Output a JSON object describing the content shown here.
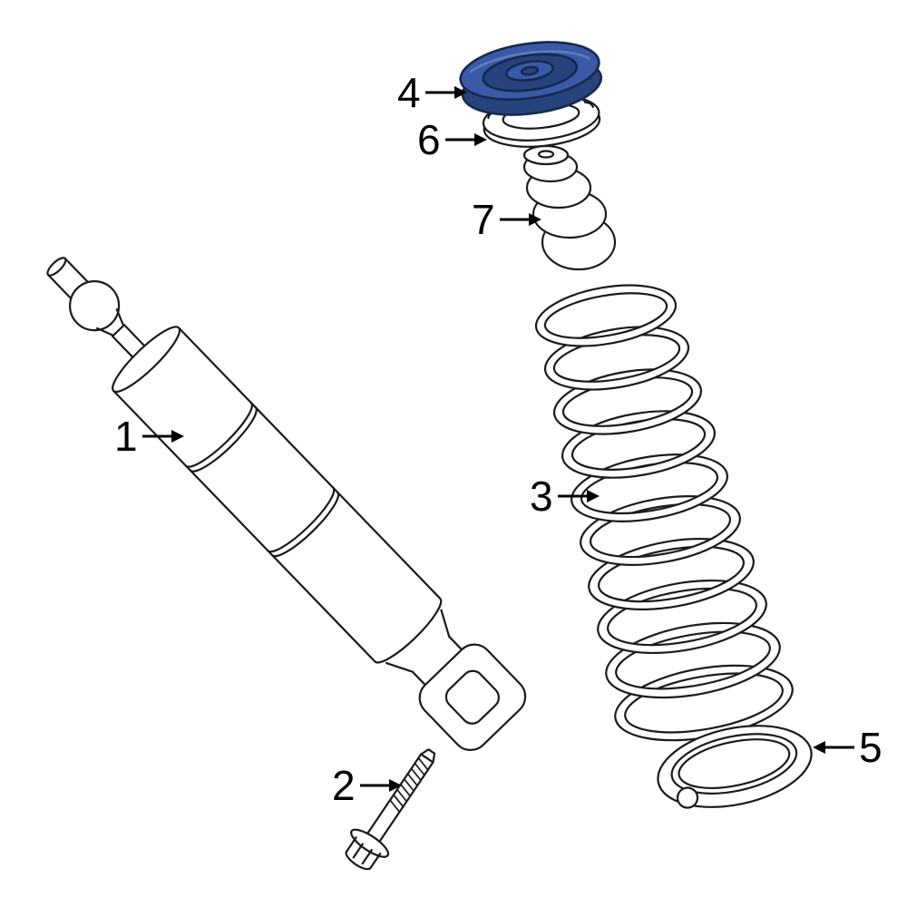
{
  "diagram": {
    "type": "exploded-parts-diagram",
    "subject": "suspension-shock-absorber-and-coil-spring",
    "background_color": "#ffffff",
    "line_color": "#1a1a1a",
    "highlight_color": "#3a5aa8",
    "highlight_dark": "#26437d",
    "highlight_stroke": "#15294e",
    "highlight_accent": "#5d7cc0",
    "callouts": [
      {
        "number": "1",
        "part": "shock-absorber",
        "arrow": "right",
        "highlighted": false
      },
      {
        "number": "2",
        "part": "mounting-bolt",
        "arrow": "right",
        "highlighted": false
      },
      {
        "number": "3",
        "part": "coil-spring",
        "arrow": "right",
        "highlighted": false
      },
      {
        "number": "4",
        "part": "upper-spring-seat",
        "arrow": "right",
        "highlighted": true
      },
      {
        "number": "5",
        "part": "lower-spring-insulator",
        "arrow": "left",
        "highlighted": false
      },
      {
        "number": "6",
        "part": "upper-spring-insulator",
        "arrow": "right",
        "highlighted": false
      },
      {
        "number": "7",
        "part": "bump-stop",
        "arrow": "right",
        "highlighted": false
      }
    ]
  }
}
